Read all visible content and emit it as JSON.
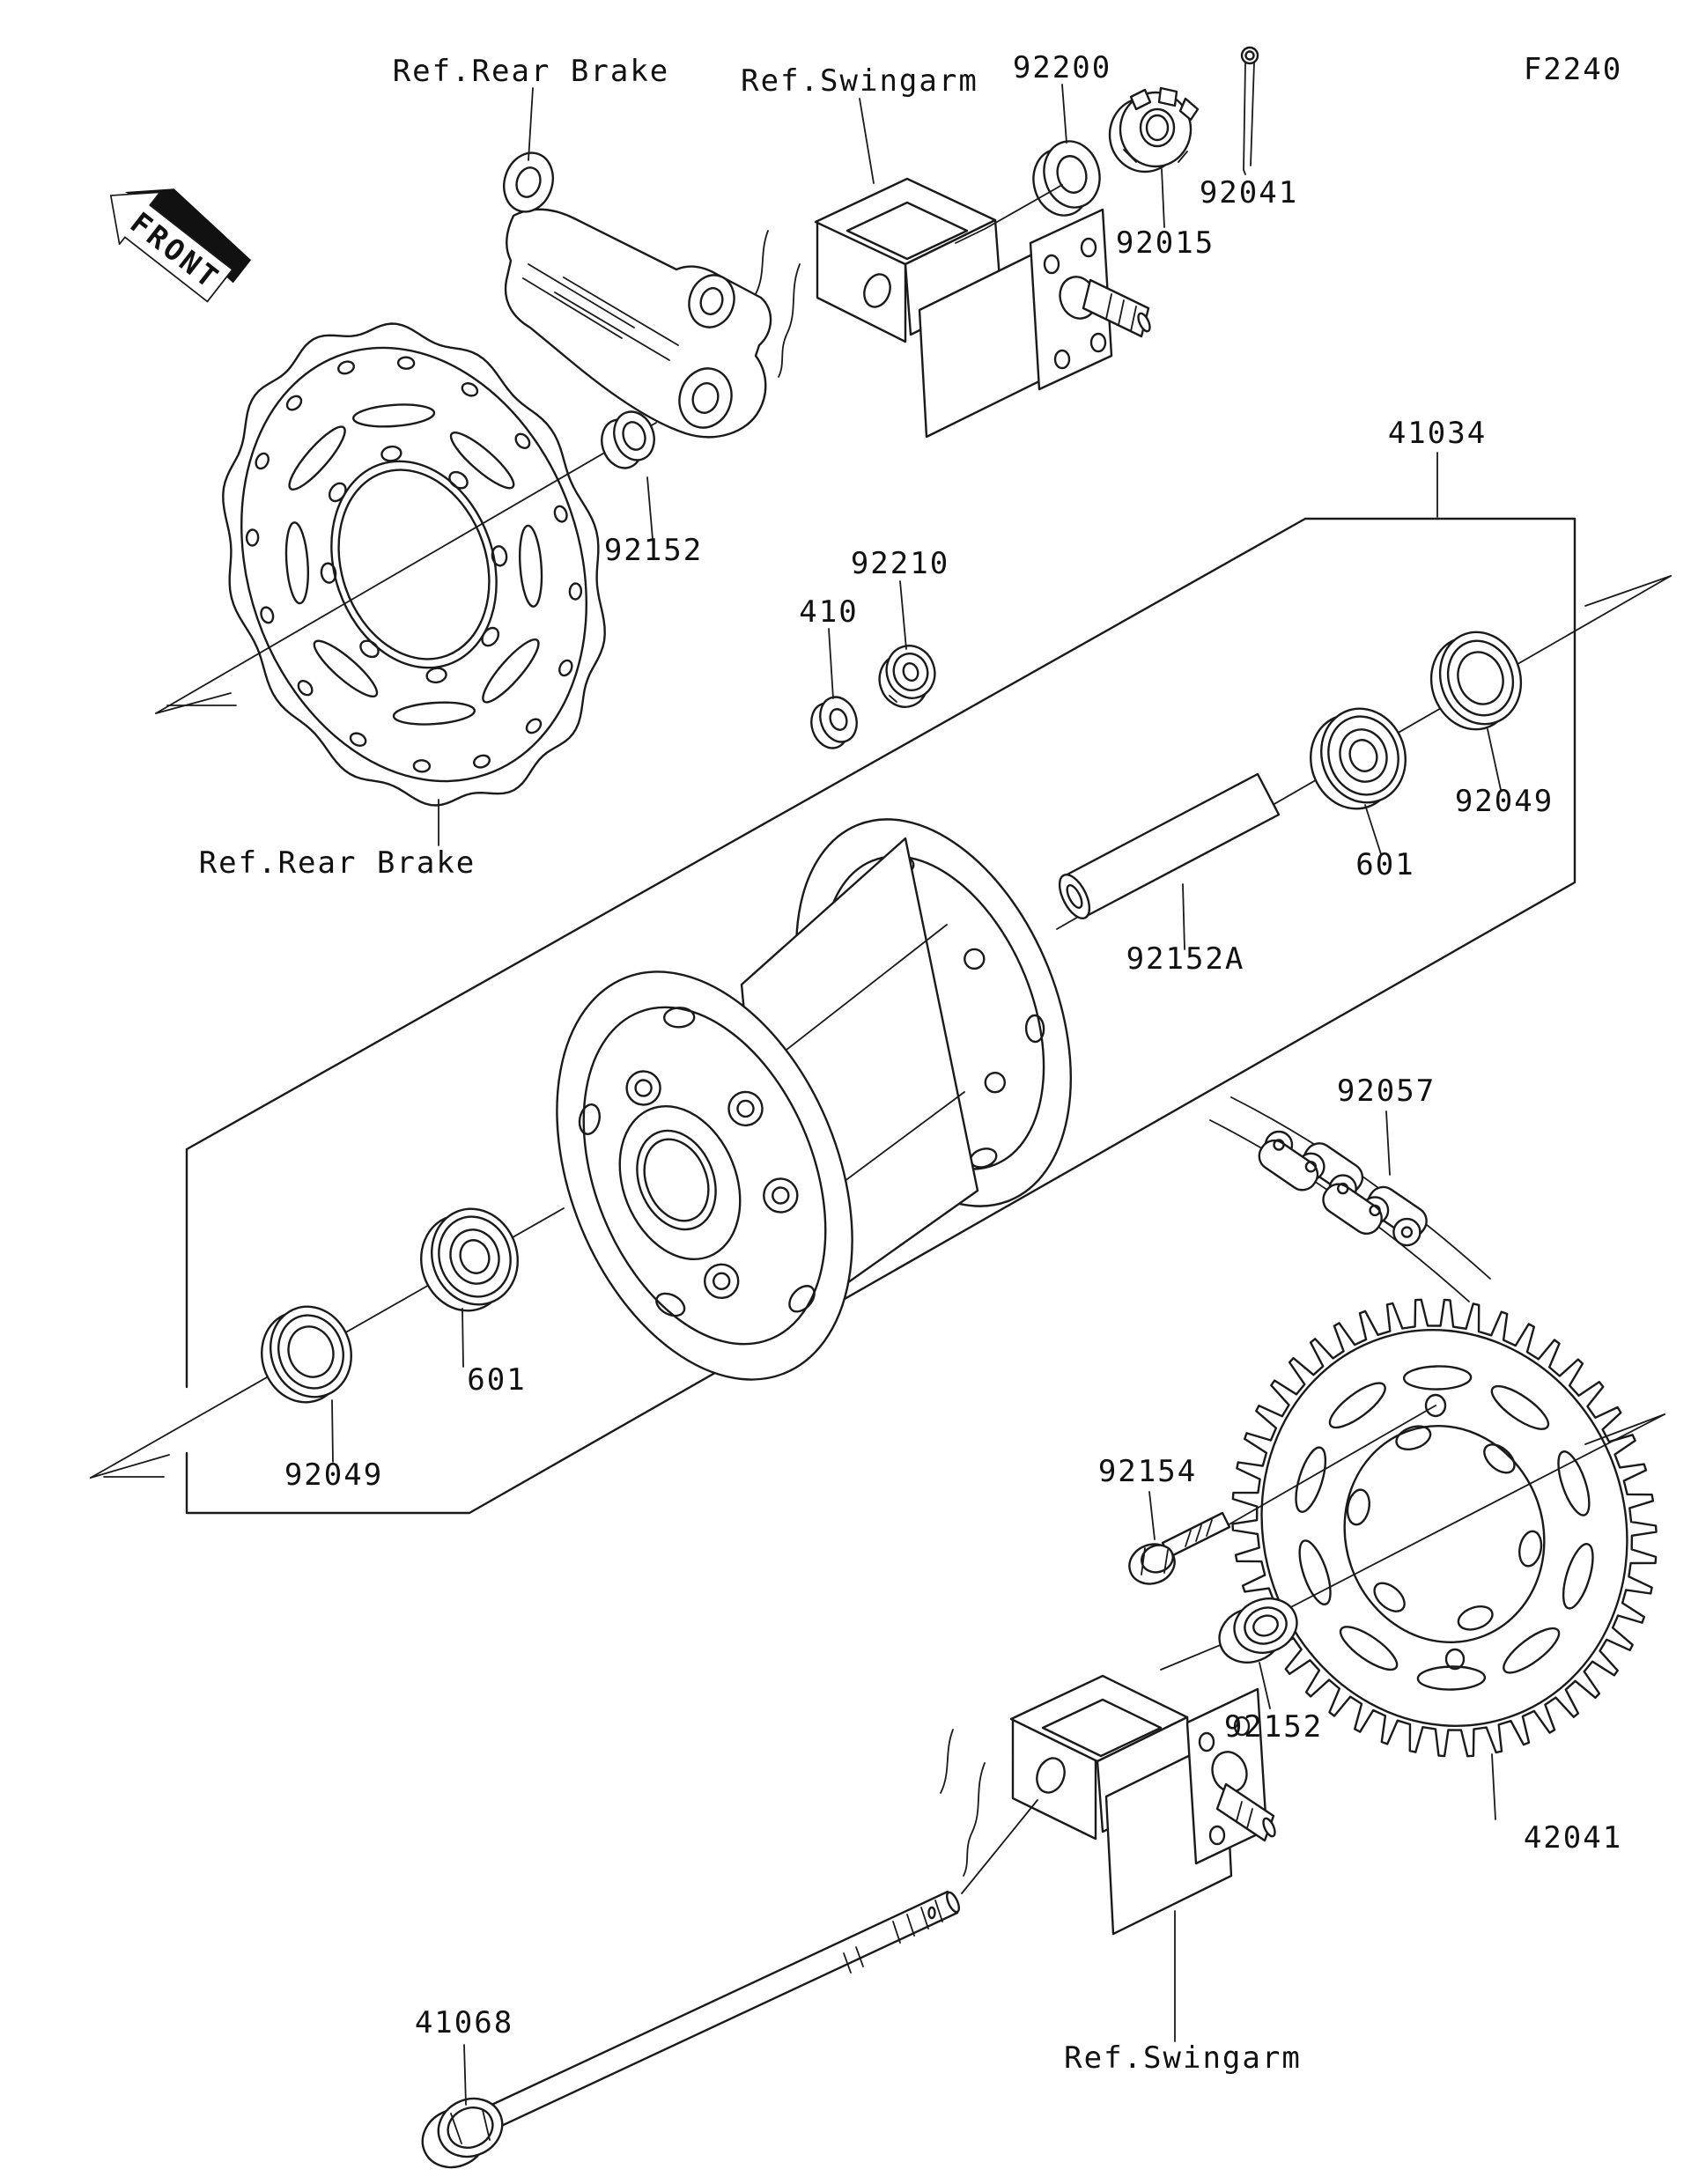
{
  "diagram": {
    "figure_code": "F2240",
    "front_marker": "FRONT",
    "type": "exploded-parts-diagram",
    "subject": "rear hub assembly"
  },
  "labels": {
    "ref_rear_brake_top": "Ref.Rear Brake",
    "ref_swingarm_top": "Ref.Swingarm",
    "p92200": "92200",
    "p92041": "92041",
    "p92015": "92015",
    "p41034": "41034",
    "p92152_top": "92152",
    "p92210": "92210",
    "p410": "410",
    "ref_rear_brake_disc": "Ref.Rear Brake",
    "p92049_right": "92049",
    "p601_right": "601",
    "p92152a": "92152A",
    "p92057": "92057",
    "p601_left": "601",
    "p92049_left": "92049",
    "p92154": "92154",
    "p92152_bottom": "92152",
    "p42041": "42041",
    "ref_swingarm_bottom": "Ref.Swingarm",
    "p41068": "41068"
  },
  "parts_shown": [
    "410",
    "601",
    "41034",
    "41068",
    "42041",
    "92015",
    "92041",
    "92049",
    "92057",
    "92152",
    "92152A",
    "92154",
    "92200",
    "92210"
  ]
}
